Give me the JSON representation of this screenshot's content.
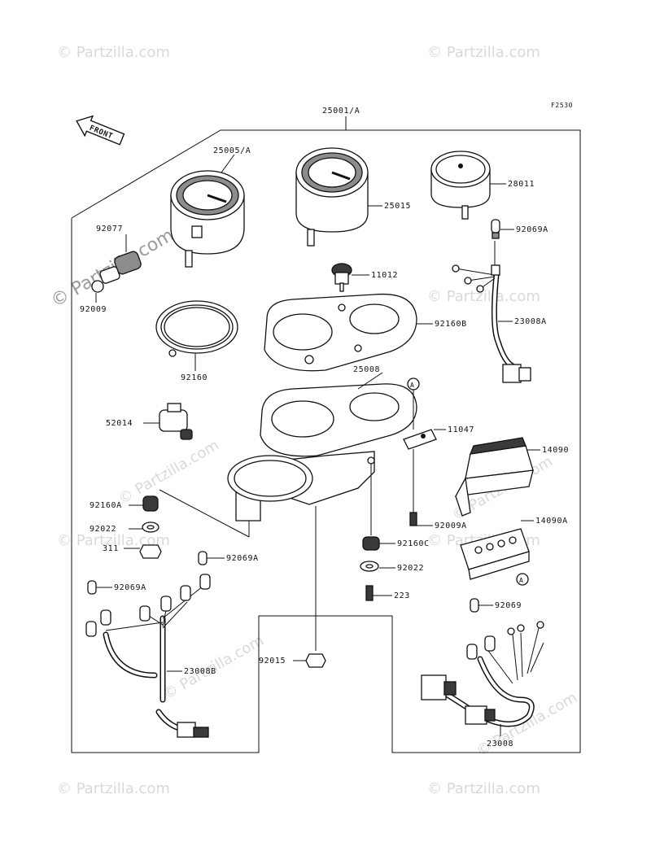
{
  "figure_code": "F2530",
  "front_label": "FRONT",
  "watermark_text": "© Partzilla.com",
  "callout_marker": "A",
  "colors": {
    "ink": "#111111",
    "watermark": "#d9d9d9",
    "background": "#ffffff"
  },
  "parts": {
    "assembly": "25001/A",
    "speedometer": "25005/A",
    "tachometer": "25015",
    "fuel_gauge": "28011",
    "bulb_top_right": "92069A",
    "clamp": "92077",
    "nut_left": "92009",
    "knob": "11012",
    "wiring_upper": "23008A",
    "damper_cover": "92160B",
    "ring": "92160",
    "case": "25008",
    "bracket": "11047",
    "indicator_lamp": "14090",
    "indicator_housing": "14090A",
    "gear_box": "52014",
    "grommet_left": "92160A",
    "washer_left": "92022",
    "nut_311": "311",
    "bulb_left_1": "92069A",
    "bulb_left_2": "92069A",
    "screw_bracket": "92009A",
    "grommet_center": "92160C",
    "washer_center": "92022",
    "screw_223": "223",
    "bulb_bottom_right": "92069",
    "nut_bottom": "92015",
    "wiring_left": "23008B",
    "wiring_main": "23008"
  }
}
